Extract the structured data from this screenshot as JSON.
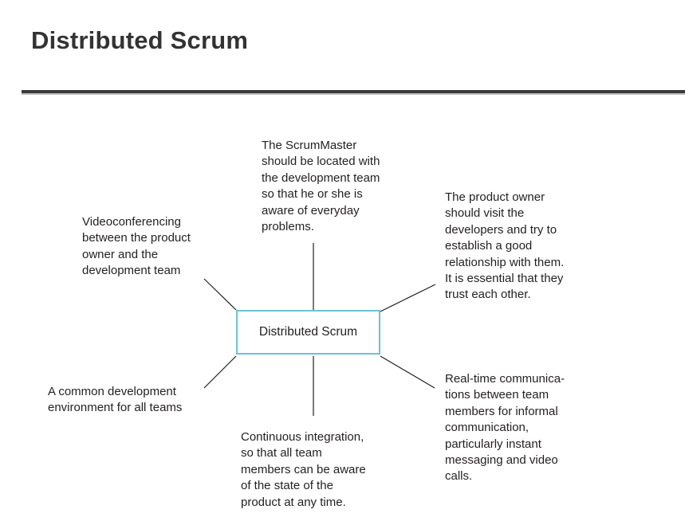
{
  "title": "Distributed Scrum",
  "diagram": {
    "center_label": "Distributed Scrum",
    "notes": {
      "scrum_master": "The ScrumMaster\nshould be located with\nthe development team\nso that he or she is\naware of everyday\nproblems.",
      "videoconferencing": "Videoconferencing\nbetween the product\nowner and the\ndevelopment team",
      "product_owner": "The product owner\nshould visit the\ndevelopers and try to\nestablish a good\nrelationship with them.\nIt is essential that they\ntrust each other.",
      "common_environment": "A common development\nenvironment for all teams",
      "continuous_integration": "Continuous integration,\nso that all team\nmembers can be aware\nof the state of the\nproduct at any time.",
      "realtime_comms": "Real-time communica-\ntions between team\nmembers for informal\ncommunication,\nparticularly instant\nmessaging and video\ncalls."
    }
  }
}
